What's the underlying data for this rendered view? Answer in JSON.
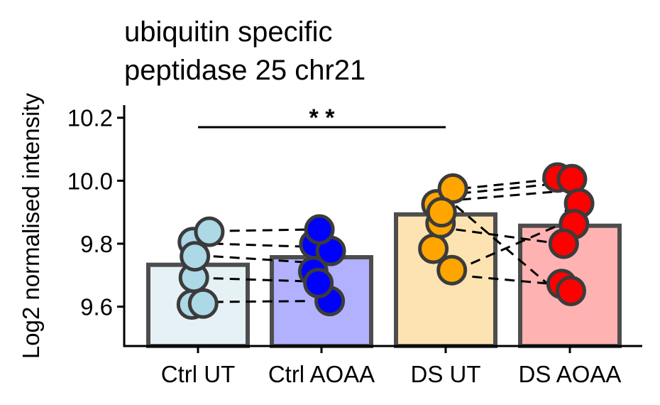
{
  "chart_data": {
    "type": "bar",
    "title_lines": [
      "ubiquitin specific",
      "peptidase 25 chr21"
    ],
    "xlabel": "",
    "ylabel": "Log2 normalised intensity",
    "ylim": [
      9.475,
      10.24
    ],
    "yticks": [
      9.6,
      9.8,
      10.0,
      10.2
    ],
    "ytick_labels": [
      "9.6",
      "9.8",
      "10.0",
      "10.2"
    ],
    "categories": [
      "Ctrl UT",
      "Ctrl AOAA",
      "DS UT",
      "DS AOAA"
    ],
    "bar_values": [
      9.733,
      9.757,
      9.893,
      9.857
    ],
    "bar_fill_colors": [
      "#e6f1f6",
      "#b1b1ff",
      "#fde3b2",
      "#ffb2b2"
    ],
    "point_colors": [
      "#add8e6",
      "#0000ff",
      "#ffa500",
      "#ff0000"
    ],
    "bar_edge_color": "#4d4d4d",
    "points": [
      [
        {
          "x": -0.06,
          "y": 9.607
        },
        {
          "x": -0.04,
          "y": 9.692
        },
        {
          "x": -0.05,
          "y": 9.805
        },
        {
          "x": 0.11,
          "y": 9.838
        },
        {
          "x": 0.05,
          "y": 9.61
        },
        {
          "x": -0.03,
          "y": 9.76
        }
      ],
      [
        {
          "x": -0.07,
          "y": 9.798
        },
        {
          "x": 0.09,
          "y": 9.777
        },
        {
          "x": -0.08,
          "y": 9.712
        },
        {
          "x": 0.08,
          "y": 9.618
        },
        {
          "x": -0.03,
          "y": 9.675
        },
        {
          "x": -0.02,
          "y": 9.845
        }
      ],
      [
        {
          "x": -0.12,
          "y": 9.784
        },
        {
          "x": -0.05,
          "y": 9.865
        },
        {
          "x": -0.09,
          "y": 9.925
        },
        {
          "x": 0.07,
          "y": 9.975
        },
        {
          "x": 0.06,
          "y": 9.716
        },
        {
          "x": -0.04,
          "y": 9.9
        }
      ],
      [
        {
          "x": -0.12,
          "y": 10.01
        },
        {
          "x": 0.02,
          "y": 10.005
        },
        {
          "x": 0.09,
          "y": 9.928
        },
        {
          "x": 0.04,
          "y": 9.862
        },
        {
          "x": -0.06,
          "y": 9.8
        },
        {
          "x": -0.08,
          "y": 9.672
        },
        {
          "x": 0.01,
          "y": 9.65
        }
      ]
    ],
    "paired_lines": [
      {
        "from": [
          0,
          0.15,
          9.615
        ],
        "to": [
          1,
          -0.1,
          9.618
        ]
      },
      {
        "from": [
          0,
          0.15,
          9.69
        ],
        "to": [
          1,
          -0.1,
          9.68
        ]
      },
      {
        "from": [
          0,
          0.15,
          9.76
        ],
        "to": [
          1,
          -0.1,
          9.74
        ]
      },
      {
        "from": [
          0,
          0.15,
          9.8
        ],
        "to": [
          1,
          -0.1,
          9.79
        ]
      },
      {
        "from": [
          0,
          0.15,
          9.84
        ],
        "to": [
          1,
          -0.1,
          9.845
        ]
      },
      {
        "from": [
          2,
          0.15,
          9.975
        ],
        "to": [
          3,
          -0.15,
          10.005
        ]
      },
      {
        "from": [
          2,
          0.15,
          9.96
        ],
        "to": [
          3,
          -0.15,
          9.99
        ]
      },
      {
        "from": [
          2,
          0.15,
          9.94
        ],
        "to": [
          3,
          -0.15,
          9.965
        ]
      },
      {
        "from": [
          2,
          0.1,
          9.92
        ],
        "to": [
          3,
          -0.1,
          9.64
        ]
      },
      {
        "from": [
          2,
          0.1,
          9.845
        ],
        "to": [
          3,
          -0.1,
          9.8
        ]
      },
      {
        "from": [
          2,
          0.1,
          9.716
        ],
        "to": [
          3,
          -0.1,
          9.86
        ]
      },
      {
        "from": [
          2,
          0.1,
          9.7
        ],
        "to": [
          3,
          -0.1,
          9.67
        ]
      },
      {
        "from": [
          3,
          -0.05,
          9.905
        ],
        "to": [
          3,
          0.15,
          9.905
        ]
      }
    ],
    "significance": {
      "from": 0,
      "to": 2,
      "y": 10.17,
      "label": "* *"
    }
  }
}
